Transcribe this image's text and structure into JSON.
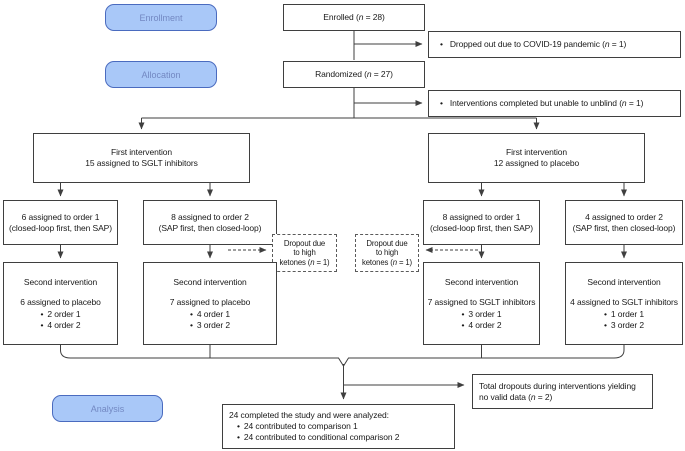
{
  "ui": {
    "bullet": "•"
  },
  "stages": {
    "enrollment": "Enrollment",
    "allocation": "Allocation",
    "analysis": "Analysis"
  },
  "boxes": {
    "enrolled": {
      "pre": "Enrolled (",
      "n": "n",
      "post": " = 28)"
    },
    "randomized": {
      "pre": "Randomized (",
      "n": "n",
      "post": " = 27)"
    },
    "covid": {
      "pre": "Dropped out due to COVID-19 pandemic (",
      "n": "n",
      "post": " = 1)"
    },
    "unblind": {
      "pre": "Interventions completed but unable to unblind (",
      "n": "n",
      "post": " = 1)"
    },
    "first_sglt": {
      "line1": "First intervention",
      "line2": "15 assigned to SGLT inhibitors"
    },
    "first_placebo": {
      "line1": "First intervention",
      "line2": "12 assigned to placebo"
    },
    "order1_sglt": {
      "line1": "6 assigned to order 1",
      "line2": "(closed-loop first, then SAP)"
    },
    "order2_sglt": {
      "line1": "8 assigned to order 2",
      "line2": "(SAP first, then closed-loop)"
    },
    "order1_placebo": {
      "line1": "8 assigned to order 1",
      "line2": "(closed-loop first, then SAP)"
    },
    "order2_placebo": {
      "line1": "4 assigned to order 2",
      "line2": "(SAP first, then closed-loop)"
    },
    "dropout_left": {
      "line1": "Dropout due",
      "line2": "to high",
      "pre": "ketones (",
      "n": "n",
      "post": " = 1)"
    },
    "dropout_right": {
      "line1": "Dropout due",
      "line2": "to high",
      "pre": "ketones (",
      "n": "n",
      "post": " = 1)"
    },
    "second1": {
      "title": "Second intervention",
      "assigned": "6 assigned to placebo",
      "bullets": [
        "2 order 1",
        "4 order 2"
      ]
    },
    "second2": {
      "title": "Second intervention",
      "assigned": "7 assigned to placebo",
      "bullets": [
        "4 order 1",
        "3 order 2"
      ]
    },
    "second3": {
      "title": "Second intervention",
      "assigned": "7 assigned to SGLT inhibitors",
      "bullets": [
        "3 order 1",
        "4 order 2"
      ]
    },
    "second4": {
      "title": "Second intervention",
      "assigned": "4 assigned to SGLT inhibitors",
      "bullets": [
        "1 order 1",
        "3 order 2"
      ]
    },
    "total_dropouts": {
      "line1": "Total dropouts during interventions yielding",
      "pre": "no valid data (",
      "n": "n",
      "post": " = 2)"
    },
    "final": {
      "title": "24 completed the study and were analyzed:",
      "bullets": [
        "24 contributed to comparison 1",
        "24 contributed to conditional comparison 2"
      ]
    }
  },
  "colors": {
    "stage_fill": "#a9c8f8",
    "stage_border": "#4a6bbf",
    "line": "#3f3f3f",
    "box_border": "#3f3f3f"
  }
}
